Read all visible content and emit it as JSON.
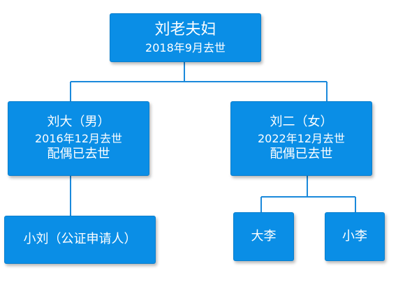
{
  "nodes": {
    "root": {
      "name": "刘老夫妇",
      "status": "2018年9月去世"
    },
    "left": {
      "name": "刘大（男）",
      "status": "2016年12月去世",
      "spouse": "配偶已去世"
    },
    "right": {
      "name": "刘二（女）",
      "status": "2022年12月去世",
      "spouse": "配偶已去世"
    },
    "applicant": {
      "name": "小刘（公证申请人）"
    },
    "dali": {
      "name": "大李"
    },
    "xiaoli": {
      "name": "小李"
    }
  },
  "colors": {
    "node_fill": "#0a8ee6",
    "line": "#1a89db",
    "text": "#ffffff"
  }
}
